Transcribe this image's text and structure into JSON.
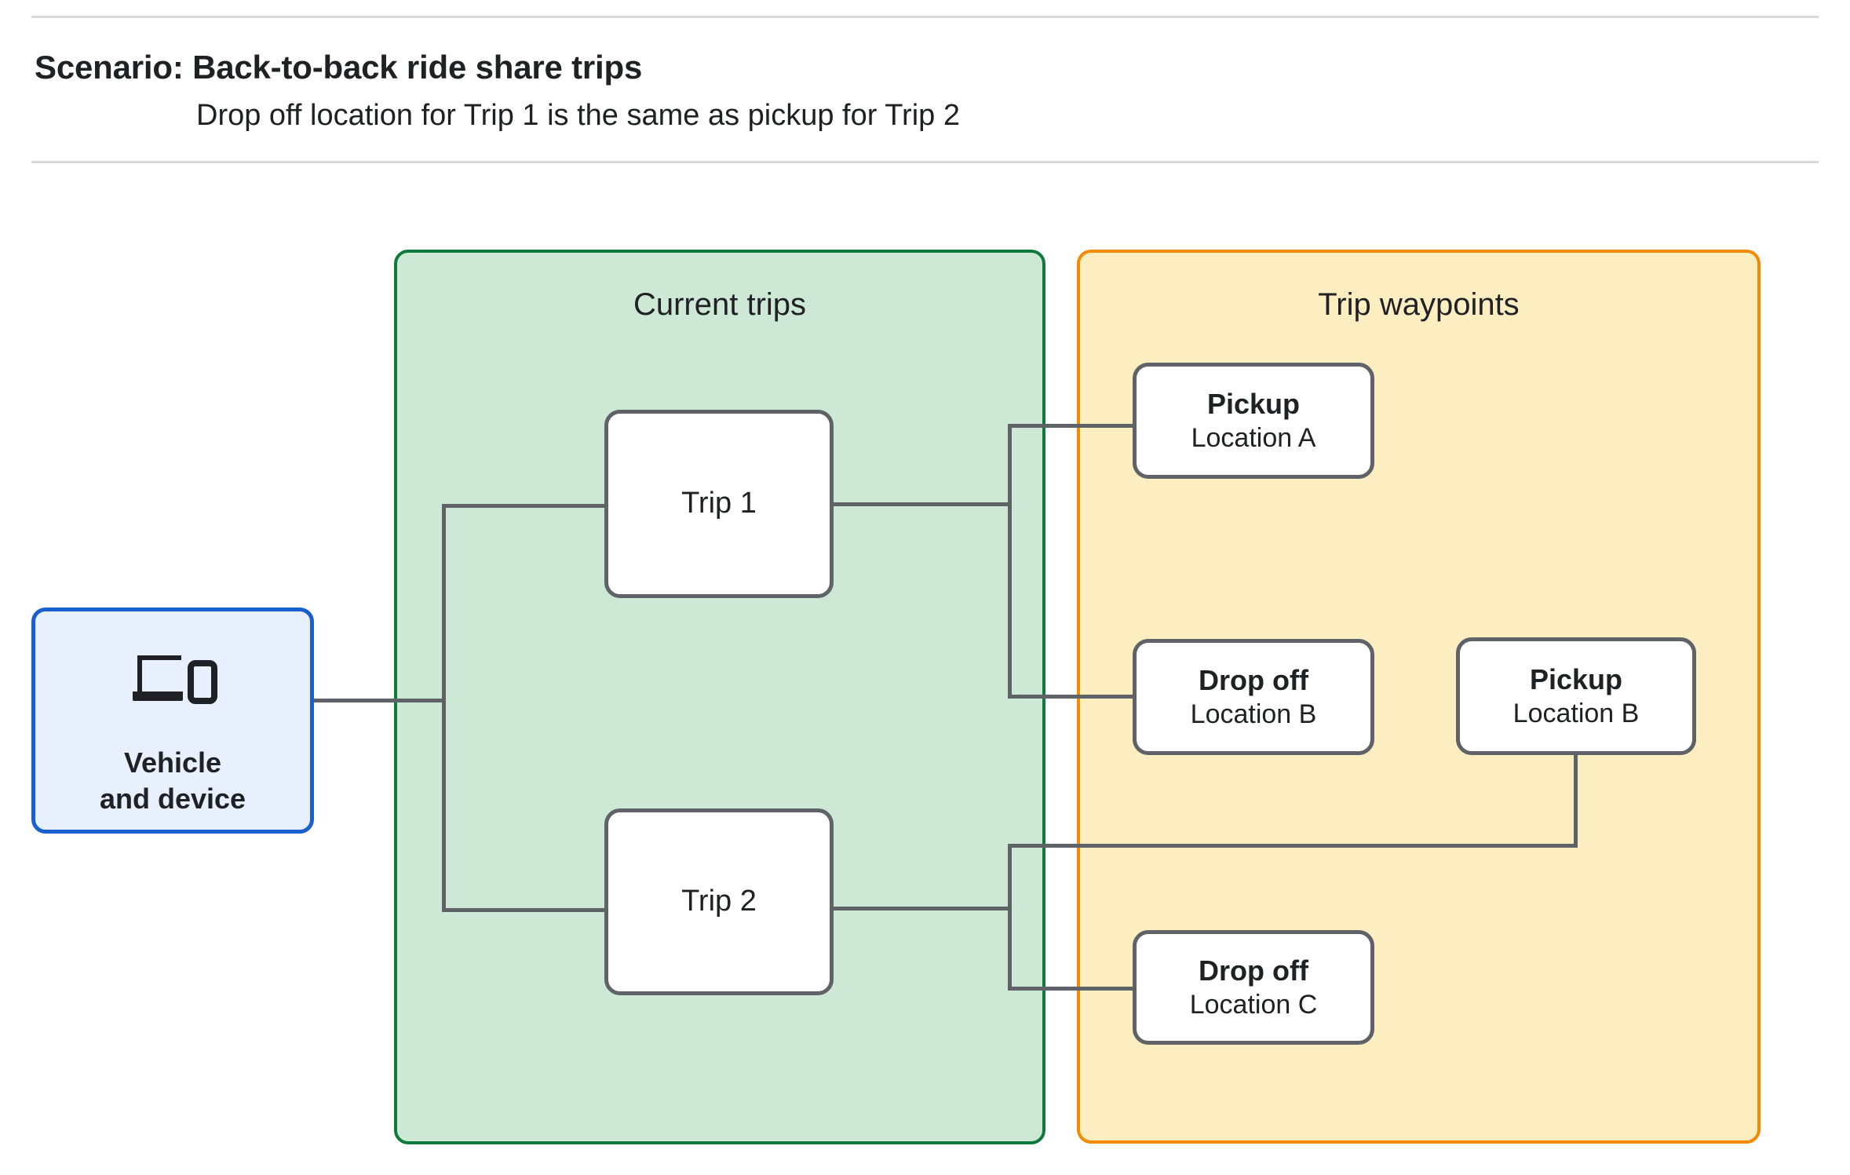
{
  "header": {
    "title": "Scenario: Back-to-back ride share trips",
    "subtitle": "Drop off  location for Trip 1 is the same as pickup for Trip 2"
  },
  "groups": {
    "trips": {
      "title": "Current trips",
      "fill": "#cde8d5",
      "stroke": "#0f7a3d"
    },
    "waypoints": {
      "title": "Trip waypoints",
      "fill": "#fdeec2",
      "stroke": "#f58a00"
    }
  },
  "nodes": {
    "vehicle": {
      "line1": "Vehicle",
      "line2": "and device",
      "icon": "laptop-and-phone-icon",
      "fill": "#e8f0fe",
      "stroke": "#1a5fd0"
    },
    "trip1": {
      "label": "Trip 1"
    },
    "trip2": {
      "label": "Trip 2"
    },
    "pickup_a": {
      "title": "Pickup",
      "sub": "Location A"
    },
    "dropoff_b": {
      "title": "Drop off",
      "sub": "Location B"
    },
    "pickup_b": {
      "title": "Pickup",
      "sub": "Location B"
    },
    "dropoff_c": {
      "title": "Drop off",
      "sub": "Location C"
    }
  },
  "colors": {
    "connector": "#5f6368",
    "node_border": "#5f6368",
    "text": "#202124",
    "rule": "#d8d8d8"
  }
}
